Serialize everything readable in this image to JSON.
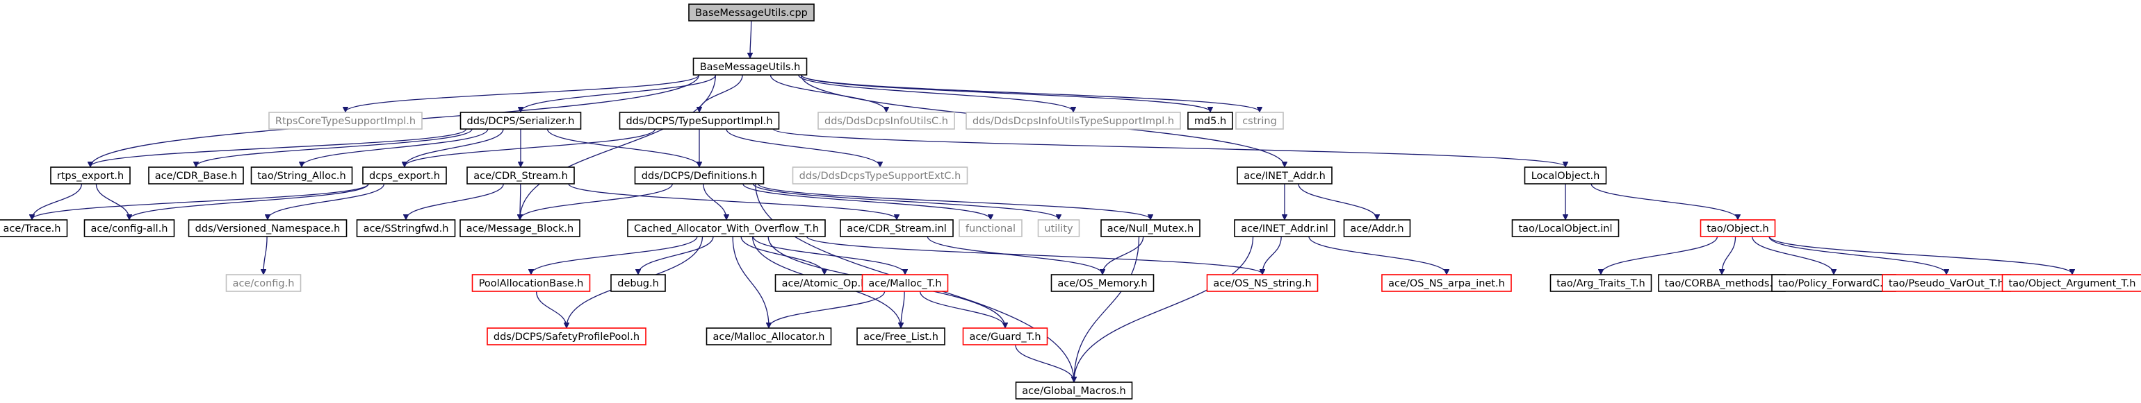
{
  "graph": {
    "colors": {
      "edge": "#191970",
      "default_border": "#000000",
      "truncated_border": "#ff0000",
      "missing_border": "#bfbfbf",
      "root_fill": "#bfbfbf",
      "text": "#000000",
      "missing_text": "#7f7f7f"
    },
    "nodes": [
      {
        "id": "root",
        "label": "BaseMessageUtils.cpp",
        "kind": "root"
      },
      {
        "id": "bmu",
        "label": "BaseMessageUtils.h",
        "kind": "normal"
      },
      {
        "id": "rtps_core",
        "label": "RtpsCoreTypeSupportImpl.h",
        "kind": "missing"
      },
      {
        "id": "serializer",
        "label": "dds/DCPS/Serializer.h",
        "kind": "normal"
      },
      {
        "id": "ts_impl",
        "label": "dds/DCPS/TypeSupportImpl.h",
        "kind": "normal"
      },
      {
        "id": "infoutilsc",
        "label": "dds/DdsDcpsInfoUtilsC.h",
        "kind": "missing"
      },
      {
        "id": "infoutils_ts",
        "label": "dds/DdsDcpsInfoUtilsTypeSupportImpl.h",
        "kind": "missing"
      },
      {
        "id": "md5",
        "label": "md5.h",
        "kind": "normal"
      },
      {
        "id": "cstring",
        "label": "cstring",
        "kind": "missing"
      },
      {
        "id": "rtps_export",
        "label": "rtps_export.h",
        "kind": "normal"
      },
      {
        "id": "cdr_base",
        "label": "ace/CDR_Base.h",
        "kind": "normal"
      },
      {
        "id": "string_alloc",
        "label": "tao/String_Alloc.h",
        "kind": "normal"
      },
      {
        "id": "dcps_export",
        "label": "dcps_export.h",
        "kind": "normal"
      },
      {
        "id": "cdr_stream",
        "label": "ace/CDR_Stream.h",
        "kind": "normal"
      },
      {
        "id": "definitions",
        "label": "dds/DCPS/Definitions.h",
        "kind": "normal"
      },
      {
        "id": "ts_extc",
        "label": "dds/DdsDcpsTypeSupportExtC.h",
        "kind": "missing"
      },
      {
        "id": "inet_addr",
        "label": "ace/INET_Addr.h",
        "kind": "normal"
      },
      {
        "id": "local_object",
        "label": "LocalObject.h",
        "kind": "normal"
      },
      {
        "id": "trace",
        "label": "ace/Trace.h",
        "kind": "normal"
      },
      {
        "id": "config_all",
        "label": "ace/config-all.h",
        "kind": "normal"
      },
      {
        "id": "versioned_ns",
        "label": "dds/Versioned_Namespace.h",
        "kind": "normal"
      },
      {
        "id": "sstringfwd",
        "label": "ace/SStringfwd.h",
        "kind": "normal"
      },
      {
        "id": "message_block",
        "label": "ace/Message_Block.h",
        "kind": "normal"
      },
      {
        "id": "cdr_stream_inl",
        "label": "ace/CDR_Stream.inl",
        "kind": "normal"
      },
      {
        "id": "functional",
        "label": "functional",
        "kind": "missing"
      },
      {
        "id": "utility",
        "label": "utility",
        "kind": "missing"
      },
      {
        "id": "null_mutex",
        "label": "ace/Null_Mutex.h",
        "kind": "normal"
      },
      {
        "id": "cached_alloc",
        "label": "Cached_Allocator_With_Overflow_T.h",
        "kind": "normal"
      },
      {
        "id": "inet_addr_inl",
        "label": "ace/INET_Addr.inl",
        "kind": "normal"
      },
      {
        "id": "addr",
        "label": "ace/Addr.h",
        "kind": "normal"
      },
      {
        "id": "local_object_inl",
        "label": "tao/LocalObject.inl",
        "kind": "normal"
      },
      {
        "id": "tao_object",
        "label": "tao/Object.h",
        "kind": "truncated"
      },
      {
        "id": "config_h",
        "label": "ace/config.h",
        "kind": "missing"
      },
      {
        "id": "pool_alloc_base",
        "label": "PoolAllocationBase.h",
        "kind": "truncated"
      },
      {
        "id": "debug",
        "label": "debug.h",
        "kind": "normal"
      },
      {
        "id": "atomic_op",
        "label": "ace/Atomic_Op.h",
        "kind": "normal"
      },
      {
        "id": "malloc_t",
        "label": "ace/Malloc_T.h",
        "kind": "truncated"
      },
      {
        "id": "os_memory",
        "label": "ace/OS_Memory.h",
        "kind": "normal"
      },
      {
        "id": "os_ns_string",
        "label": "ace/OS_NS_string.h",
        "kind": "truncated"
      },
      {
        "id": "os_ns_arpa",
        "label": "ace/OS_NS_arpa_inet.h",
        "kind": "truncated"
      },
      {
        "id": "arg_traits",
        "label": "tao/Arg_Traits_T.h",
        "kind": "normal"
      },
      {
        "id": "corba_methods",
        "label": "tao/CORBA_methods.h",
        "kind": "normal"
      },
      {
        "id": "policy_fwd",
        "label": "tao/Policy_ForwardC.h",
        "kind": "normal"
      },
      {
        "id": "pseudo_varout",
        "label": "tao/Pseudo_VarOut_T.h",
        "kind": "truncated"
      },
      {
        "id": "object_arg",
        "label": "tao/Object_Argument_T.h",
        "kind": "truncated"
      },
      {
        "id": "safety_pool",
        "label": "dds/DCPS/SafetyProfilePool.h",
        "kind": "truncated"
      },
      {
        "id": "malloc_allocator",
        "label": "ace/Malloc_Allocator.h",
        "kind": "normal"
      },
      {
        "id": "free_list",
        "label": "ace/Free_List.h",
        "kind": "normal"
      },
      {
        "id": "guard_t",
        "label": "ace/Guard_T.h",
        "kind": "truncated"
      },
      {
        "id": "global_macros",
        "label": "ace/Global_Macros.h",
        "kind": "normal"
      }
    ],
    "edges": [
      [
        "root",
        "bmu"
      ],
      [
        "bmu",
        "rtps_core"
      ],
      [
        "bmu",
        "serializer"
      ],
      [
        "bmu",
        "ts_impl"
      ],
      [
        "bmu",
        "infoutilsc"
      ],
      [
        "bmu",
        "infoutils_ts"
      ],
      [
        "bmu",
        "md5"
      ],
      [
        "bmu",
        "cstring"
      ],
      [
        "bmu",
        "rtps_export"
      ],
      [
        "bmu",
        "message_block"
      ],
      [
        "bmu",
        "inet_addr"
      ],
      [
        "serializer",
        "rtps_export"
      ],
      [
        "serializer",
        "cdr_base"
      ],
      [
        "serializer",
        "string_alloc"
      ],
      [
        "serializer",
        "dcps_export"
      ],
      [
        "serializer",
        "cdr_stream"
      ],
      [
        "serializer",
        "definitions"
      ],
      [
        "ts_impl",
        "dcps_export"
      ],
      [
        "ts_impl",
        "definitions"
      ],
      [
        "ts_impl",
        "ts_extc"
      ],
      [
        "ts_impl",
        "local_object"
      ],
      [
        "rtps_export",
        "trace"
      ],
      [
        "rtps_export",
        "config_all"
      ],
      [
        "dcps_export",
        "trace"
      ],
      [
        "dcps_export",
        "config_all"
      ],
      [
        "dcps_export",
        "versioned_ns"
      ],
      [
        "cdr_stream",
        "sstringfwd"
      ],
      [
        "cdr_stream",
        "message_block"
      ],
      [
        "cdr_stream",
        "cdr_stream_inl"
      ],
      [
        "definitions",
        "message_block"
      ],
      [
        "definitions",
        "functional"
      ],
      [
        "definitions",
        "utility"
      ],
      [
        "definitions",
        "null_mutex"
      ],
      [
        "definitions",
        "cached_alloc"
      ],
      [
        "definitions",
        "global_macros"
      ],
      [
        "versioned_ns",
        "config_h"
      ],
      [
        "cdr_stream_inl",
        "os_memory"
      ],
      [
        "null_mutex",
        "os_memory"
      ],
      [
        "null_mutex",
        "global_macros"
      ],
      [
        "cached_alloc",
        "pool_alloc_base"
      ],
      [
        "cached_alloc",
        "debug"
      ],
      [
        "cached_alloc",
        "atomic_op"
      ],
      [
        "cached_alloc",
        "malloc_t"
      ],
      [
        "cached_alloc",
        "safety_pool"
      ],
      [
        "cached_alloc",
        "malloc_allocator"
      ],
      [
        "cached_alloc",
        "free_list"
      ],
      [
        "cached_alloc",
        "guard_t"
      ],
      [
        "cached_alloc",
        "os_ns_string"
      ],
      [
        "pool_alloc_base",
        "safety_pool"
      ],
      [
        "malloc_t",
        "malloc_allocator"
      ],
      [
        "malloc_t",
        "free_list"
      ],
      [
        "malloc_t",
        "guard_t"
      ],
      [
        "guard_t",
        "global_macros"
      ],
      [
        "inet_addr",
        "inet_addr_inl"
      ],
      [
        "inet_addr",
        "addr"
      ],
      [
        "inet_addr_inl",
        "os_ns_string"
      ],
      [
        "inet_addr_inl",
        "os_ns_arpa"
      ],
      [
        "inet_addr_inl",
        "global_macros"
      ],
      [
        "local_object",
        "local_object_inl"
      ],
      [
        "local_object",
        "tao_object"
      ],
      [
        "tao_object",
        "arg_traits"
      ],
      [
        "tao_object",
        "corba_methods"
      ],
      [
        "tao_object",
        "policy_fwd"
      ],
      [
        "tao_object",
        "pseudo_varout"
      ],
      [
        "tao_object",
        "object_arg"
      ]
    ]
  }
}
